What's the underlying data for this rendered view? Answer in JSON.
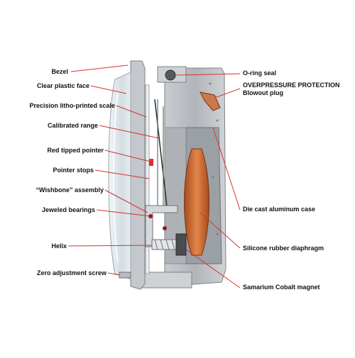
{
  "colors": {
    "leader_line": "#d9322e",
    "label_text": "#111111",
    "case_metal": "#b8bcc0",
    "case_shadow": "#8f9498",
    "face_plastic": "#dfe8ee",
    "diaphragm": "#c8622a",
    "bronze": "#c87a4a"
  },
  "labels": {
    "left": [
      "Bezel",
      "Clear plastic face",
      "Precision litho-printed scale",
      "Calibrated range",
      "Red tipped pointer",
      "Pointer stops",
      "“Wishbone” assembly",
      "Jeweled bearings",
      "Helix",
      "Zero adjustment screw"
    ],
    "right": [
      "O-ring seal",
      "OVERPRESSURE PROTECTION",
      "Blowout plug",
      "Die cast aluminum case",
      "Silicone rubber diaphragm",
      "Samarium Cobalt magnet"
    ]
  }
}
